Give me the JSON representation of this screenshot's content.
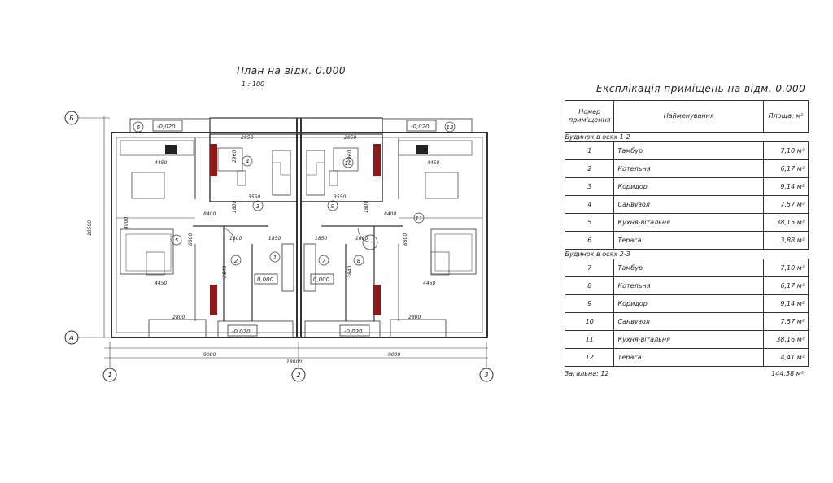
{
  "plan": {
    "title": "План на відм. 0.000",
    "scale": "1 : 100",
    "axes": {
      "a": "А",
      "b": "Б",
      "n1": "1",
      "n2": "2",
      "n3": "3"
    },
    "dims": {
      "overall_width": "18000",
      "half_left": "9000",
      "half_right": "9000",
      "height": "10500",
      "d4450": "4450",
      "d8400": "8400",
      "d2800": "2800",
      "d2950": "2950",
      "d2960": "2960",
      "d3550": "3550",
      "d1800": "1800",
      "d1850": "1850",
      "d1600": "1600",
      "d3840": "3840",
      "d8800": "8800",
      "d4900": "4900"
    },
    "levels": {
      "terrace": "-0,020",
      "center": "0,000"
    },
    "room_numbers": [
      "1",
      "2",
      "3",
      "4",
      "5",
      "6",
      "7",
      "8",
      "9",
      "10",
      "11",
      "12"
    ]
  },
  "explication": {
    "title": "Експлікація приміщень на відм. 0.000",
    "headers": {
      "number": "Номер приміщення",
      "name": "Найменування",
      "area": "Площа, м²"
    },
    "groups": [
      {
        "label": "Будинок в осях 1-2",
        "rows": [
          {
            "num": "1",
            "name": "Тамбур",
            "area": "7,10 м²"
          },
          {
            "num": "2",
            "name": "Котельня",
            "area": "6,17 м²"
          },
          {
            "num": "3",
            "name": "Коридор",
            "area": "9,14 м²"
          },
          {
            "num": "4",
            "name": "Санвузол",
            "area": "7,57 м²"
          },
          {
            "num": "5",
            "name": "Кухня-вітальня",
            "area": "38,15 м²"
          },
          {
            "num": "6",
            "name": "Тераса",
            "area": "3,88 м²"
          }
        ]
      },
      {
        "label": "Будинок в осях 2-3",
        "rows": [
          {
            "num": "7",
            "name": "Тамбур",
            "area": "7,10 м²"
          },
          {
            "num": "8",
            "name": "Котельня",
            "area": "6,17 м²"
          },
          {
            "num": "9",
            "name": "Коридор",
            "area": "9,14 м²"
          },
          {
            "num": "10",
            "name": "Санвузол",
            "area": "7,57 м²"
          },
          {
            "num": "11",
            "name": "Кухня-вітальня",
            "area": "38,16 м²"
          },
          {
            "num": "12",
            "name": "Тераса",
            "area": "4,41 м²"
          }
        ]
      }
    ],
    "total_label": "Загальна: 12",
    "total_value": "144,58 м²"
  },
  "colors": {
    "line": "#333333",
    "accent": "#8b1a1a",
    "appliance": "#222222"
  }
}
